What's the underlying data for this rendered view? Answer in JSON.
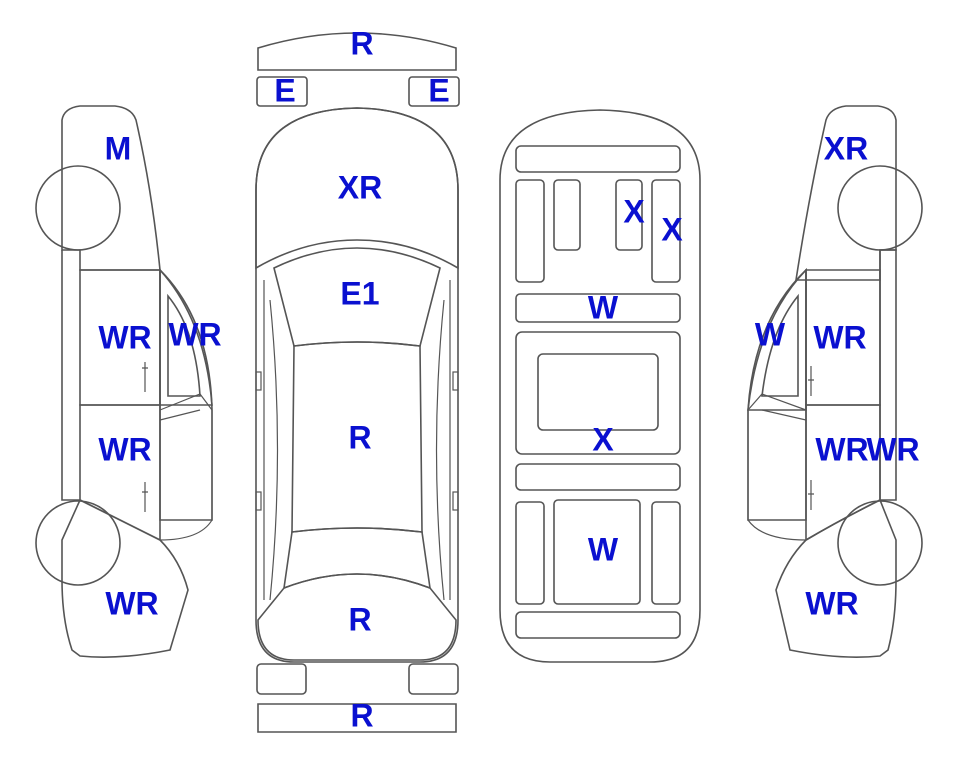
{
  "colors": {
    "damage": "#FCD915",
    "replaced": "#D3D3D3",
    "outline": "#555555",
    "label": "#0A10D0",
    "background": "#FFFFFF"
  },
  "labels": {
    "front_bumper": "R",
    "headlight_left": "E",
    "headlight_right": "E",
    "hood": "XR",
    "windshield": "E1",
    "roof": "R",
    "trunk": "R",
    "rear_bumper": "R",
    "left_front_fender": "M",
    "left_front_door": "WR",
    "left_front_window": "WR",
    "left_rear_door": "WR",
    "left_rear_quarter": "WR",
    "floor_member_a": "X",
    "floor_member_b": "X",
    "floor_crossmember": "W",
    "floor_center": "X",
    "floor_rear": "W",
    "right_front_fender": "XR",
    "right_front_window": "W",
    "right_front_door": "WR",
    "right_rear_door": "WR",
    "right_rear_pillar": "WR",
    "right_rear_quarter": "WR"
  }
}
